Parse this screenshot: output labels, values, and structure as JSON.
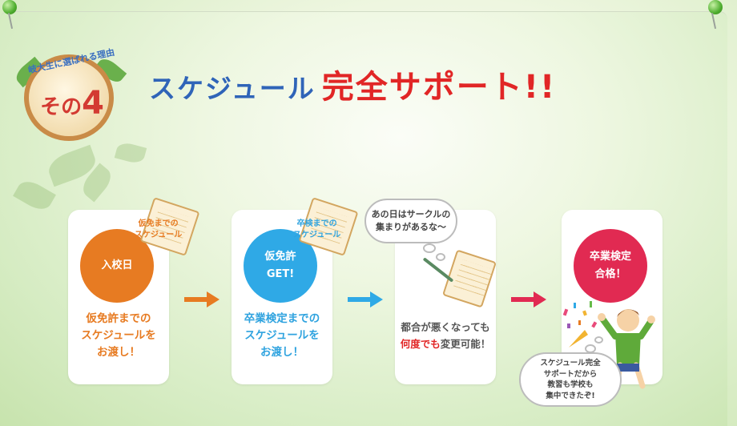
{
  "badge": {
    "ribbon": "岐大生に選ばれる理由",
    "label": "その",
    "number": "4"
  },
  "title": {
    "part1": "スケジュール",
    "part2": "完全サポート!!"
  },
  "steps": [
    {
      "circle": "入校日",
      "tag": [
        "仮免までの",
        "スケジュール"
      ],
      "text": [
        "仮免許までの",
        "スケジュールを",
        "お渡し！"
      ]
    },
    {
      "circle": [
        "仮免許",
        "GET!"
      ],
      "tag": [
        "卒検までの",
        "スケジュール"
      ],
      "text": [
        "卒業検定までの",
        "スケジュールを",
        "お渡し！"
      ]
    },
    {
      "thought": [
        "あの日はサークルの",
        "集まりがあるな〜"
      ],
      "text": [
        "都合が悪くなっても"
      ],
      "text_red": "何度でも",
      "text_rest": "変更可能！"
    },
    {
      "circle": [
        "卒業検定",
        "合格！"
      ],
      "thought": [
        "スケジュール完全",
        "サポートだから",
        "教習も学校も",
        "集中できたぞ!"
      ]
    }
  ],
  "colors": {
    "orange": "#e77b22",
    "blue": "#2fa9e6",
    "red": "#e12a52",
    "title_blue": "#2f64b8",
    "title_red": "#e12626",
    "text_blue": "#2fa3df"
  }
}
